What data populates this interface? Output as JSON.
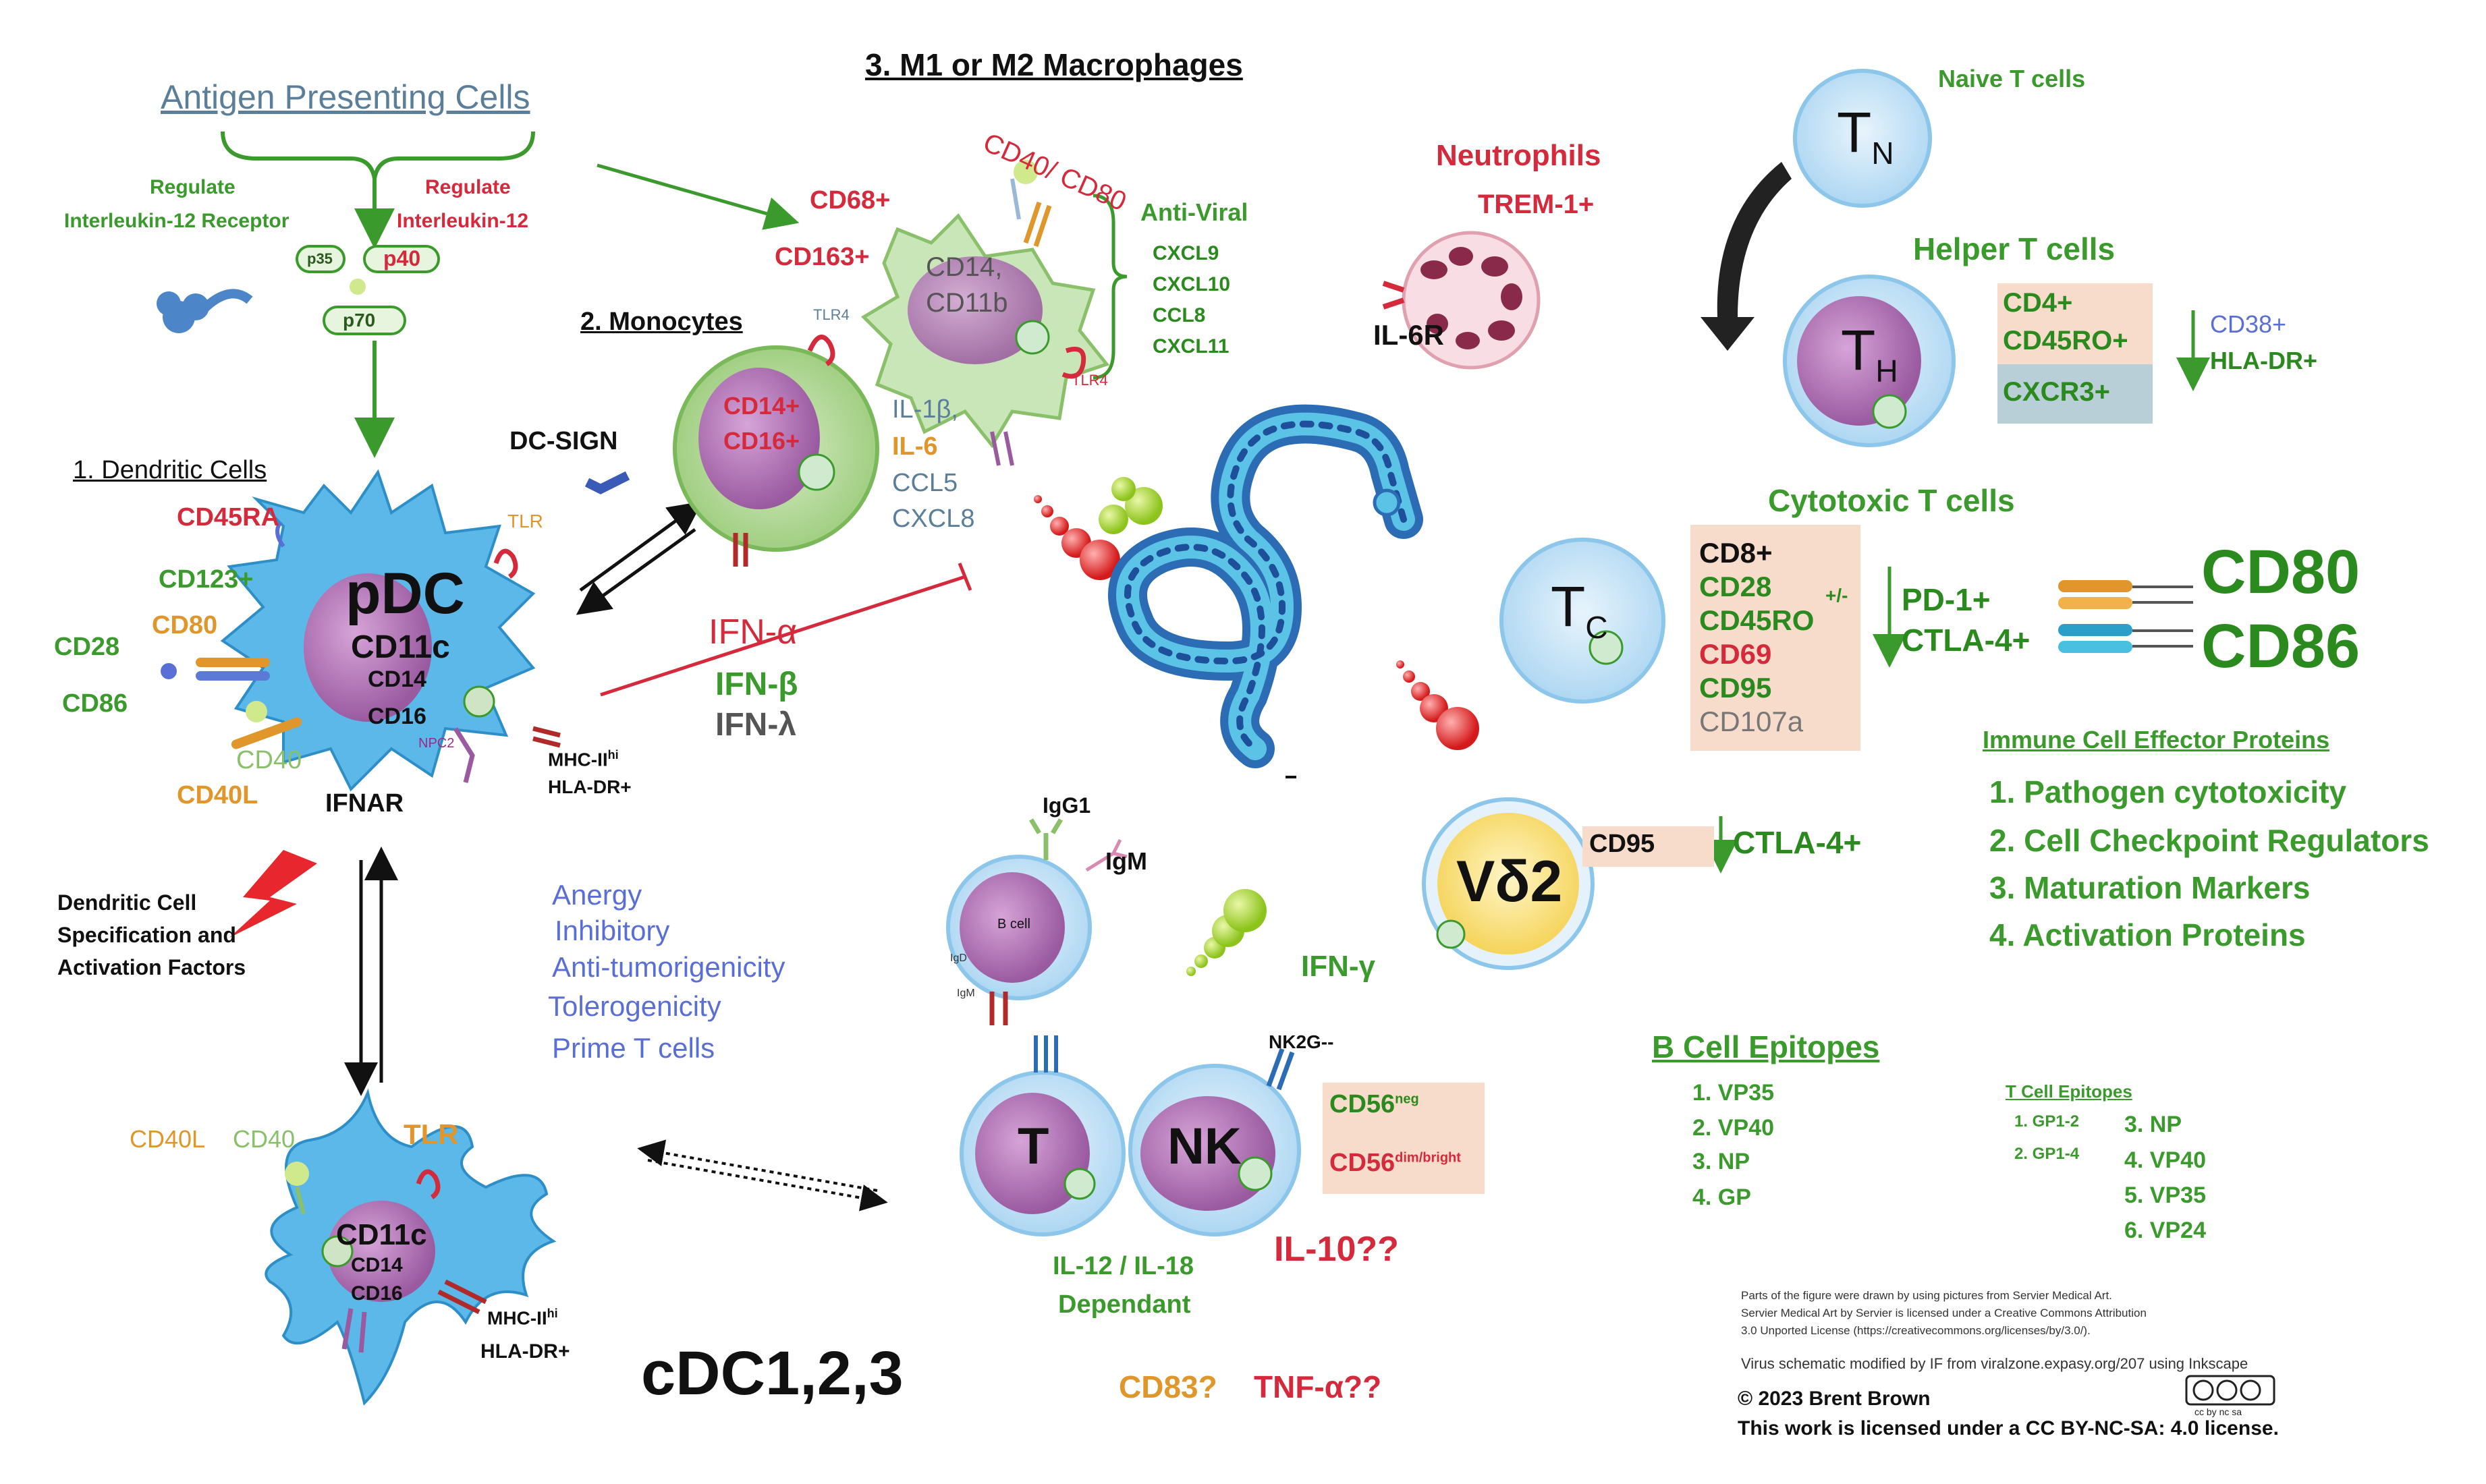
{
  "apc": {
    "title": "Antigen Presenting Cells",
    "regulate_il12r": [
      "Regulate",
      "Interleukin-12 Receptor"
    ],
    "regulate_il12": [
      "Regulate",
      "Interleukin-12"
    ],
    "p35": "p35",
    "p40": "p40",
    "p70": "p70"
  },
  "dendritic": {
    "title": "1. Dendritic Cells",
    "cell_label": "pDC",
    "cd45ra": "CD45RA",
    "cd123": "CD123+",
    "cd80": "CD80",
    "cd28": "CD28",
    "cd86": "CD86",
    "cd40": "CD40",
    "cd40l": "CD40L",
    "tlr": "TLR",
    "cd11c": "CD11c",
    "cd14": "CD14",
    "cd16": "CD16",
    "npc2": "NPC2",
    "ifnar": "IFNAR",
    "mhc": "MHC-II",
    "mhc_sup": "hi",
    "hladr": "HLA-DR+",
    "dc_sign": "DC-SIGN",
    "factors": [
      "Dendritic Cell",
      "Specification and",
      "Activation  Factors"
    ]
  },
  "monocytes": {
    "title": "2. Monocytes",
    "cd14": "CD14+",
    "cd16": "CD16+",
    "tlr4": "TLR4",
    "cytokines": [
      "IL-1β,",
      "IL-6",
      "CCL5",
      "CXCL8"
    ]
  },
  "macrophages": {
    "title": "3. M1 or M2 Macrophages",
    "cd40_cd80": "CD40/ CD80",
    "cd68": "CD68+",
    "cd163": "CD163+",
    "cd14": "CD14,",
    "cd11b": "CD11b",
    "tlr4": "TLR4",
    "antiviral_title": "Anti-Viral",
    "antiviral": [
      "CXCL9",
      "CXCL10",
      "CCL8",
      "CXCL11"
    ]
  },
  "interferons": {
    "alpha": "IFN-α",
    "beta": "IFN-β",
    "lambda": "IFN-λ",
    "gamma": "IFN-γ"
  },
  "neutrophils": {
    "title": "Neutrophils",
    "trem": "TREM-1+",
    "il6r": "IL-6R"
  },
  "naive": {
    "title": "Naive T cells",
    "label": "T",
    "sub": "N"
  },
  "helper": {
    "title": "Helper T cells",
    "label": "T",
    "sub": "H",
    "markers": [
      "CD4+",
      "CD45RO+",
      "CXCR3+"
    ],
    "side": [
      "CD38+",
      "HLA-DR+"
    ]
  },
  "cytotoxic": {
    "title": "Cytotoxic T cells",
    "label": "T",
    "sub": "C",
    "markers": [
      "CD8+",
      "CD28",
      "CD45RO",
      "CD69",
      "CD95",
      "CD107a"
    ],
    "pm": "+/-",
    "pd1": "PD-1+",
    "ctla4": "CTLA-4+",
    "cd80": "CD80",
    "cd86": "CD86"
  },
  "vd2": {
    "label": "Vδ2",
    "cd95": "CD95",
    "ctla4": "CTLA-4+"
  },
  "effector": {
    "title": "Immune Cell Effector Proteins",
    "items": [
      "1. Pathogen cytotoxicity",
      "2. Cell Checkpoint Regulators",
      "3. Maturation Markers",
      "4. Activation Proteins"
    ]
  },
  "bcell": {
    "igg1": "IgG1",
    "igm": "IgM",
    "label": "B cell",
    "igd": "IgD",
    "igm_small": "IgM"
  },
  "tolerance": [
    "Anergy",
    "Inhibitory",
    "Anti-tumorigenicity",
    "Tolerogenicity",
    "Prime T cells"
  ],
  "nk": {
    "t_label": "T",
    "nk_label": "NK",
    "nk2g": "NK2G--",
    "cd56neg": "CD56",
    "cd56neg_sup": "neg",
    "cd56dim": "CD56",
    "cd56dim_sup": "dim/bright",
    "il12_18": "IL-12  / IL-18",
    "dependant": "Dependant",
    "il10": "IL-10??"
  },
  "bottom": {
    "cd83": "CD83?",
    "tnf": "TNF-α??",
    "cdc": "cDC1,2,3"
  },
  "cdc": {
    "cd40l": "CD40L",
    "cd40": "CD40",
    "tlr": "TLR",
    "cd11c": "CD11c",
    "cd14": "CD14",
    "cd16": "CD16",
    "mhc": "MHC-II",
    "mhc_sup": "hi",
    "hladr": "HLA-DR+"
  },
  "b_epitopes": {
    "title": "B Cell Epitopes",
    "items": [
      "1. VP35",
      "2. VP40",
      "3. NP",
      "4. GP"
    ]
  },
  "t_epitopes": {
    "title": "T Cell Epitopes",
    "left": [
      "1. GP1-2",
      "2. GP1-4"
    ],
    "right": [
      "3. NP",
      "4. VP40",
      "5. VP35",
      "6. VP24"
    ]
  },
  "credits": {
    "lines": [
      "Parts of the figure were drawn by using pictures from Servier Medical Art.",
      "Servier Medical Art by Servier is licensed under a Creative Commons Attribution",
      "3.0 Unported License (https://creativecommons.org/licenses/by/3.0/)."
    ],
    "virus": "Virus schematic modified by IF from viralzone.expasy.org/207 using Inkscape",
    "copyright": "© 2023      Brent Brown",
    "license": "This work is licensed under a CC BY-NC-SA: 4.0 license.",
    "cc_badge": "cc by nc sa"
  },
  "colors": {
    "green": "#3a9a2c",
    "red": "#d42a3c",
    "orange": "#e0962a",
    "blue": "#5a6fd6",
    "cell_blue": "#5bb8e8",
    "nucleus_purple": "#b06fb4",
    "peach": "#f8dccb"
  }
}
